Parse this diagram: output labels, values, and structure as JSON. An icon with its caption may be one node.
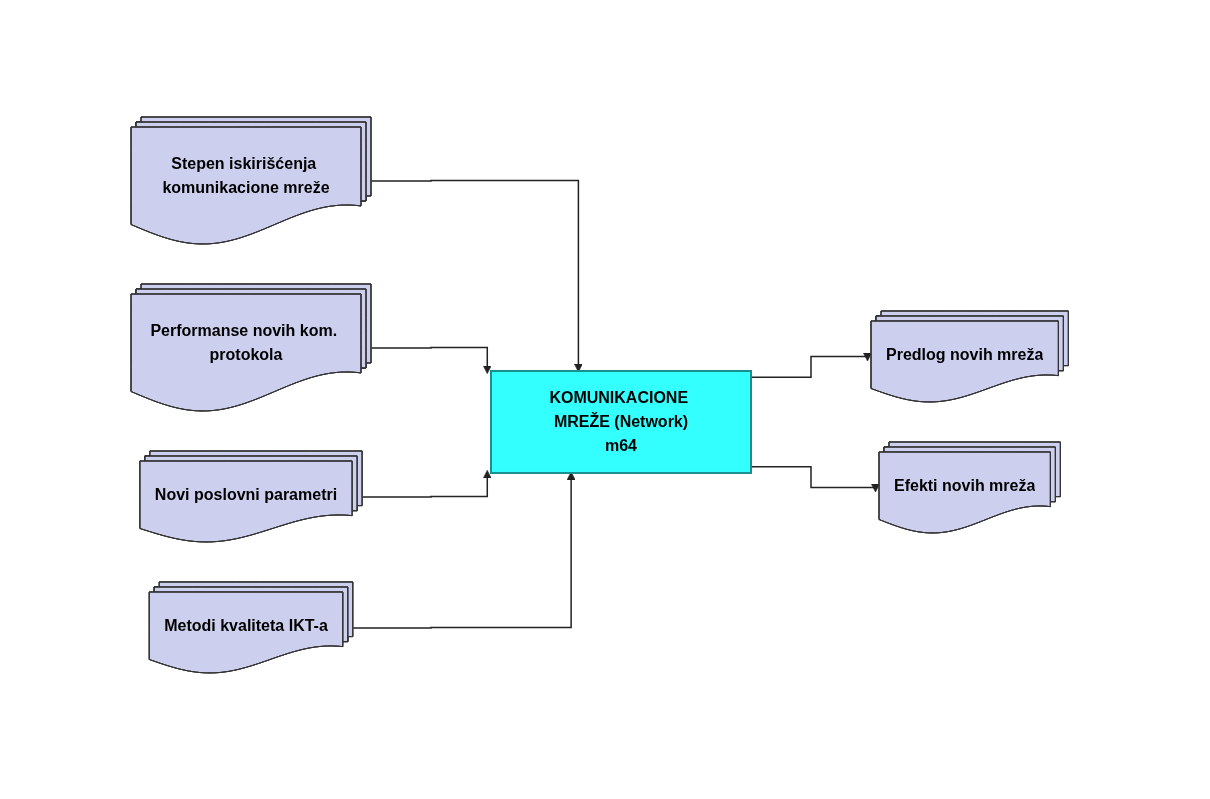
{
  "diagram": {
    "nodes": [
      {
        "text": [
          "Stepen iskirišćenja komunikacione mreže"
        ]
      },
      {
        "text": [
          "Performanse novih kom. protokola"
        ]
      },
      {
        "text": [
          "Novi poslovni parametri"
        ]
      },
      {
        "text": [
          "Metodi kvaliteta IKT-a"
        ]
      },
      {
        "text": [
          "KOMUNIKACIONE MREŽE (Network)",
          "m64"
        ]
      },
      {
        "text": [
          "Predlog novih mreža"
        ]
      },
      {
        "text": [
          "Efekti novih mreža"
        ]
      }
    ],
    "edges": [
      {
        "from": 0,
        "to": 4,
        "arrow": "to"
      },
      {
        "from": 1,
        "to": 4,
        "arrow": "to"
      },
      {
        "from": 2,
        "to": 4,
        "arrow": "to"
      },
      {
        "from": 3,
        "to": 4,
        "arrow": "to"
      },
      {
        "from": 4,
        "to": 5,
        "arrow": "to"
      },
      {
        "from": 4,
        "to": 6,
        "arrow": "to"
      }
    ]
  }
}
